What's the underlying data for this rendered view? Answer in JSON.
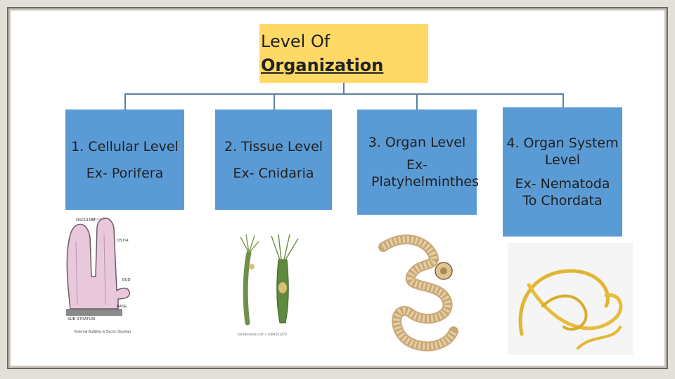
{
  "root": {
    "line1": "Level Of",
    "line2": "Organization"
  },
  "levels": [
    {
      "title": "1. Cellular Level",
      "example": "Ex- Porifera"
    },
    {
      "title": "2. Tissue Level",
      "example": "Ex- Cnidaria"
    },
    {
      "title": "3. Organ Level",
      "example": "Ex- Platyhelminthes"
    },
    {
      "title": "4. Organ System Level",
      "example": "Ex- Nematoda To Chordata"
    }
  ],
  "images": {
    "sponge": {
      "labels": [
        "OSCULUM",
        "OSTIA",
        "BUD",
        "BASE",
        "SUB STRATUM"
      ],
      "caption": "External Budding in Sycon (Scypha)"
    },
    "hydra": {
      "caption": "shutterstock.com • 1084201370"
    },
    "tapeworm": {},
    "roundworm": {}
  },
  "colors": {
    "box": "#5b9bd5",
    "root": "#ffd966",
    "connector": "#5b7fa6"
  }
}
